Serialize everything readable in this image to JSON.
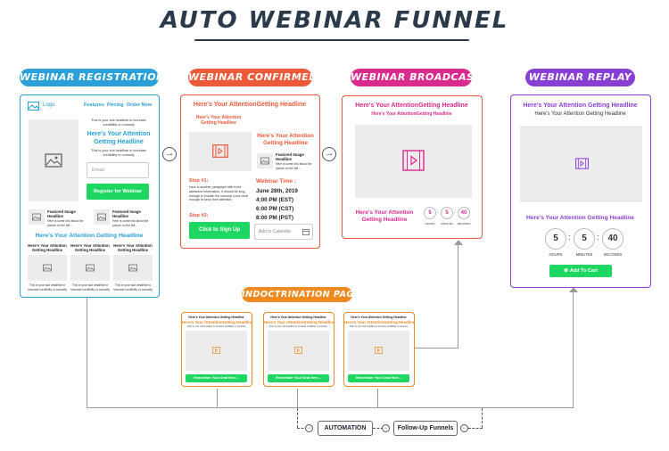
{
  "title": "AUTO WEBINAR FUNNEL",
  "colors": {
    "blue": "#2a9fd8",
    "red": "#ec5a3a",
    "pink": "#d92a8e",
    "purple": "#8a3fd4",
    "orange": "#ed8a22",
    "green": "#1ed760",
    "dark": "#2b3a4a"
  },
  "stages": {
    "registration": "WEBINAR REGISTRATION",
    "confirmed": "WEBINAR CONFIRMED",
    "broadcast": "WEBINAR BROADCAST",
    "replay": "WEBINAR REPLAY",
    "indoctrination": "INDOCTRINATION PAGES"
  },
  "registration": {
    "logo": "Logo",
    "nav": [
      "Features",
      "Pricing",
      "Order Now"
    ],
    "pre_headline": "This is your sub headline to increase credibility or curiosity",
    "headline": "Here's Your Attention Getting Headline",
    "sub_headline": "This is your sub headline to increase credibility or curiosity",
    "email_placeholder": "Email",
    "register_button": "Register for Webinar",
    "feature1_title": "Featured Image Headline",
    "feature1_text": "Here is some info about the picture on the left...",
    "feature2_title": "Featured Image Headline",
    "feature2_text": "Here is some info about the picture on the left...",
    "headline2": "Here's Your Attention Getting Headline",
    "columns": [
      {
        "title": "Here's Your Attention Getting Headline",
        "text": "This is your sub headline to increase credibility or curiosity"
      },
      {
        "title": "Here's Your Attention Getting Headline",
        "text": "This is your sub headline to increase credibility or curiosity"
      },
      {
        "title": "Here's Your Attention Getting Headline",
        "text": "This is your sub headline to increase credibility or curiosity"
      }
    ]
  },
  "confirmed": {
    "headline": "Here's Your AttentionGetting Headline",
    "sub_headline": "Here's Your Attention Getting Headline",
    "right_headline": "Here's Your Attention Getting Headline",
    "feature_title": "Featured Image Headline",
    "feature_text": "Here is some info about the picture on the left...",
    "step1": "Step #1:",
    "step1_text": "Here is another paragraph with more awesome information. It should be long enough to explain the concept a but short enough to keep their attention",
    "step2": "Step #2:",
    "signup_button": "Click to Sign Up",
    "webinar_time_label": "Webinar Time :",
    "date": "June 28th, 2019",
    "times": [
      "4:00 PM (EST)",
      "6:00 PM (CST)",
      "8:00 PM (PST)"
    ],
    "calendar_label": "Add to Calendar"
  },
  "broadcast": {
    "headline": "Here's Your AttentionGetting Headline",
    "sub_headline": "Here's Your AttentionGetting Headline",
    "bottom_headline": "Here's Your Attention Getting Headline",
    "countdown": [
      {
        "value": "5",
        "label": "HOURS"
      },
      {
        "value": "5",
        "label": "MINUTES"
      },
      {
        "value": "40",
        "label": "SECONDS"
      }
    ]
  },
  "replay": {
    "headline": "Here's Your Attention Getting Headline",
    "sub_headline": "Here's Your Attention Getting Headline",
    "bottom_headline": "Here's Your Attention Getting Headline",
    "countdown": [
      {
        "value": "5",
        "label": "HOURS"
      },
      {
        "value": "5",
        "label": "MINUTES"
      },
      {
        "value": "40",
        "label": "SECONDS"
      }
    ],
    "cart_button": "Add To Cart"
  },
  "indoctrination": {
    "pages": [
      {
        "top": "Here's Your Attention Getting Headline",
        "headline": "Here's Your AttentionGetting Headline",
        "sub": "Here is your sub headline to increase credibility or curiosity",
        "button": "Remember Your Seat Here..."
      },
      {
        "top": "Here's Your Attention Getting Headline",
        "headline": "Here's Your AttentionGetting Headline",
        "sub": "Here is your sub headline to increase credibility or curiosity",
        "button": "Remember Your Seat Here..."
      },
      {
        "top": "Here's Your Attention Getting Headline",
        "headline": "Here's Your AttentionGetting Headline",
        "sub": "Here is your sub headline to increase credibility or curiosity",
        "button": "Remember Your Seat Here..."
      }
    ]
  },
  "automation": {
    "automation": "AUTOMATION",
    "followup": "Follow-Up Funnels"
  },
  "icons": {
    "image": "image-icon",
    "video": "video-icon",
    "arrow": "arrow-right-icon",
    "calendar": "calendar-icon"
  }
}
